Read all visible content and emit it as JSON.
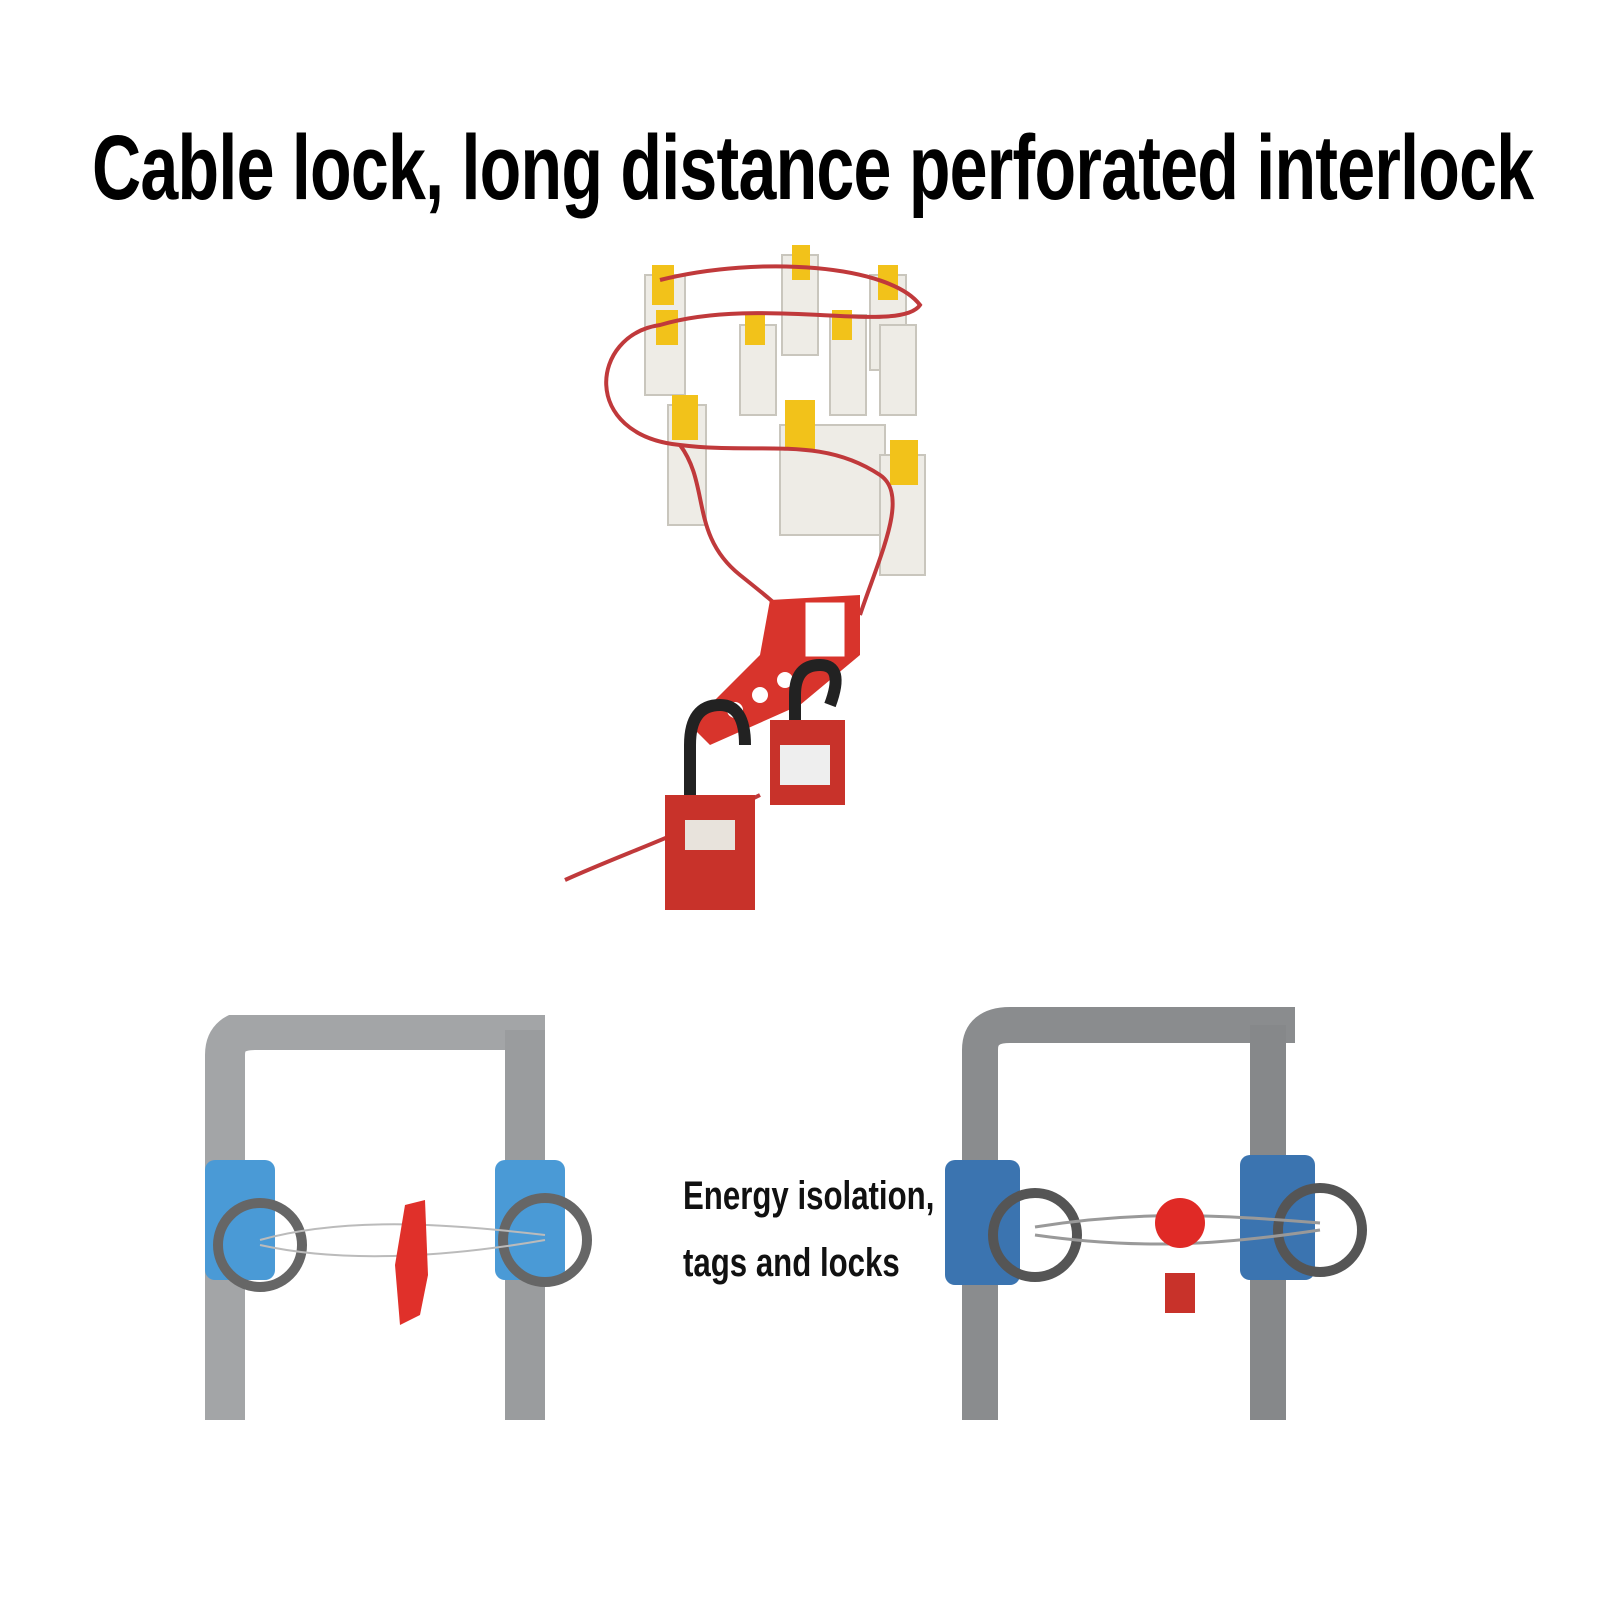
{
  "title": "Cable lock, long distance perforated interlock",
  "caption": {
    "line1": "Energy isolation,",
    "line2": "tags and locks"
  },
  "colors": {
    "cable": "#c0393b",
    "lockout_hasp": "#d8342c",
    "breaker_lock": "#f2c21a",
    "valve_body": "#4a8fc9",
    "pipe": "#9a9c9e"
  }
}
